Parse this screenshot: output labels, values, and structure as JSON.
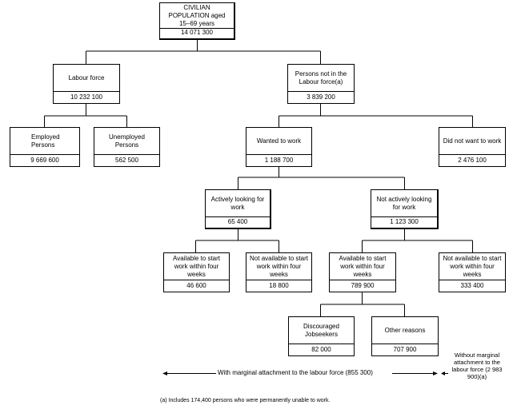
{
  "diagram": {
    "nodes": {
      "civilian": {
        "label": "CIVILIAN POPULATION aged 15–69 years",
        "value": "14 071 300"
      },
      "labour_force": {
        "label": "Labour force",
        "value": "10 232 100"
      },
      "not_in_labour_force": {
        "label": "Persons not in the Labour force(a)",
        "value": "3 839 200"
      },
      "employed": {
        "label": "Employed Persons",
        "value": "9 669 600"
      },
      "unemployed": {
        "label": "Unemployed Persons",
        "value": "562 500"
      },
      "wanted_to_work": {
        "label": "Wanted to work",
        "value": "1 188 700"
      },
      "did_not_want": {
        "label": "Did not want to work",
        "value": "2 476 100"
      },
      "actively_looking": {
        "label": "Actively looking for work",
        "value": "65 400"
      },
      "not_actively_looking": {
        "label": "Not actively looking for work",
        "value": "1 123 300"
      },
      "active_available": {
        "label": "Available to start work within four weeks",
        "value": "46 600"
      },
      "active_not_available": {
        "label": "Not available to start work within four weeks",
        "value": "18 800"
      },
      "inactive_available": {
        "label": "Available to start work within four weeks",
        "value": "789 900"
      },
      "inactive_not_available": {
        "label": "Not available to start work within four weeks",
        "value": "333 400"
      },
      "discouraged": {
        "label": "Discouraged Jobseekers",
        "value": "82 000"
      },
      "other_reasons": {
        "label": "Other reasons",
        "value": "707 900"
      }
    },
    "marginal_attachment": "With marginal attachment to the labour force (855 300)",
    "without_marginal": "Without marginal attachment to the labour force (2 983 900)(a)",
    "footnote": "(a) Includes 174,400 persons who were permanently unable to work."
  }
}
